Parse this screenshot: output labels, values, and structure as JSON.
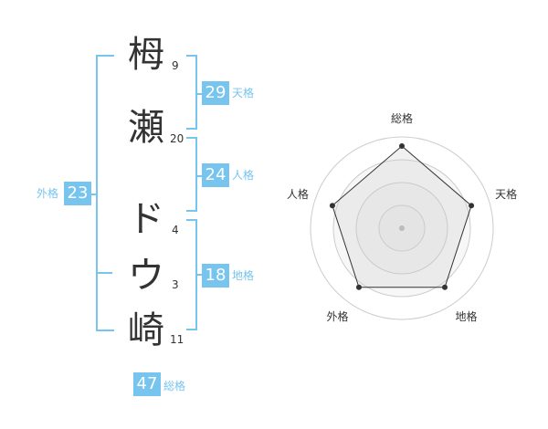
{
  "name": {
    "chars": [
      {
        "char": "栂",
        "strokes": "9"
      },
      {
        "char": "瀬",
        "strokes": "20"
      },
      {
        "char": "ド",
        "strokes": "4"
      },
      {
        "char": "ウ",
        "strokes": "3"
      },
      {
        "char": "崎",
        "strokes": "11"
      }
    ]
  },
  "fortunes": {
    "tenkaku": {
      "value": "29",
      "label": "天格"
    },
    "jinkaku": {
      "value": "24",
      "label": "人格"
    },
    "chikaku": {
      "value": "18",
      "label": "地格"
    },
    "gaikaku": {
      "value": "23",
      "label": "外格"
    },
    "soukaku": {
      "value": "47",
      "label": "総格"
    }
  },
  "colors": {
    "accent": "#77c4ee",
    "text": "#333333"
  },
  "chart_data": {
    "type": "radar",
    "axes": [
      "総格",
      "天格",
      "地格",
      "外格",
      "人格"
    ],
    "values": [
      0.9,
      0.8,
      0.8,
      0.8,
      0.8
    ],
    "rings": 4
  }
}
